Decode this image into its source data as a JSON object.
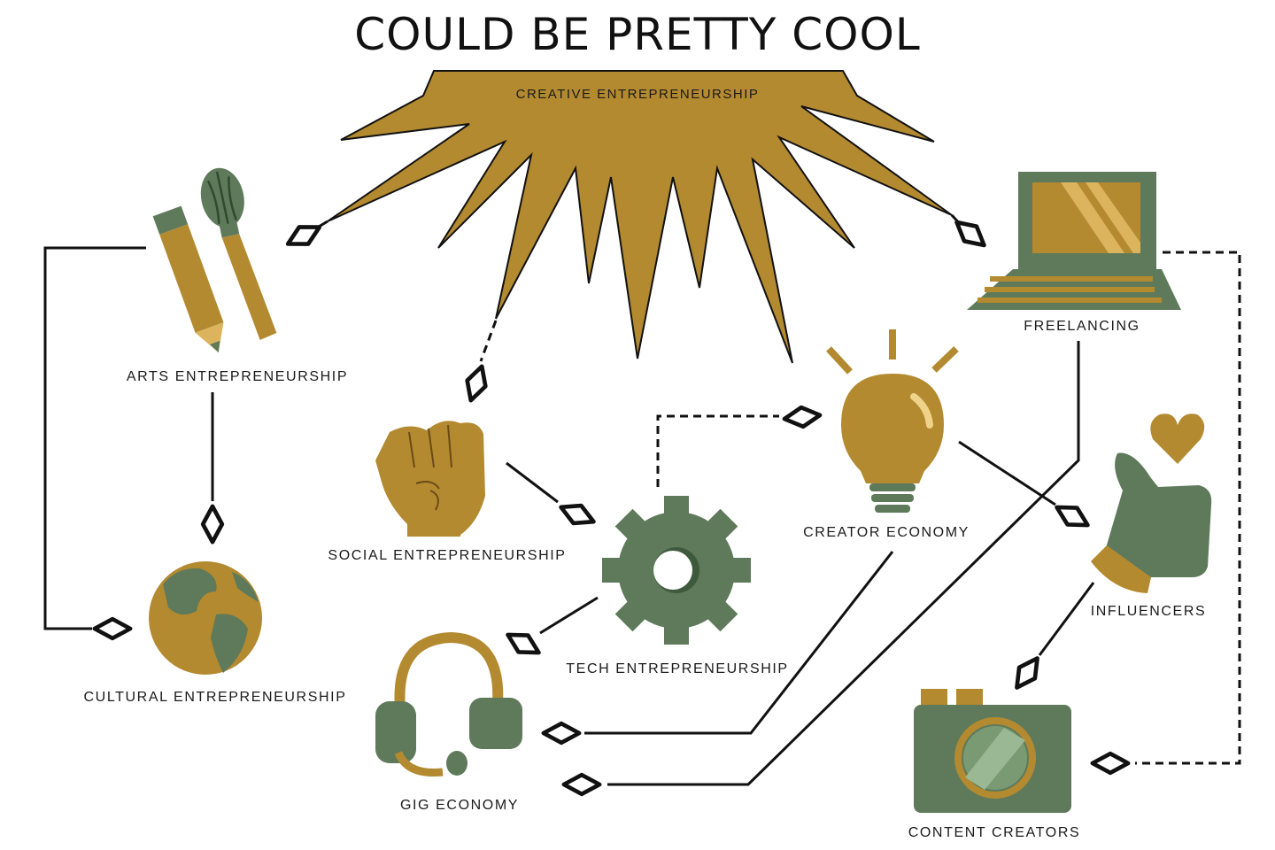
{
  "title": "COULD BE PRETTY COOL",
  "hub": {
    "label": "CREATIVE ENTREPRENEURSHIP"
  },
  "nodes": {
    "arts": "ARTS ENTREPRENEURSHIP",
    "cultural": "CULTURAL ENTREPRENEURSHIP",
    "social": "SOCIAL ENTREPRENEURSHIP",
    "tech": "TECH ENTREPRENEURSHIP",
    "gig": "GIG ECONOMY",
    "creator": "CREATOR ECONOMY",
    "freelancing": "FREELANCING",
    "influencers": "INFLUENCERS",
    "content": "CONTENT CREATORS"
  },
  "colors": {
    "gold": "#b38a30",
    "green": "#5e7a5a",
    "lightgold": "#dcb45e",
    "ink": "#111111"
  },
  "icons": {
    "arts": "pencil-and-paintbrush-icon",
    "cultural": "globe-icon",
    "social": "raised-fist-icon",
    "tech": "gear-icon",
    "gig": "headset-icon",
    "creator": "lightbulb-icon",
    "freelancing": "laptop-icon",
    "influencers": "thumbs-up-heart-icon",
    "content": "camera-icon"
  }
}
